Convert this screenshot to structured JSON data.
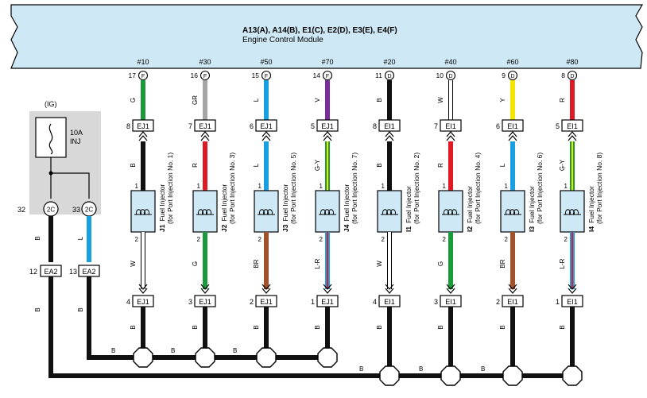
{
  "ecm": {
    "title": "A13(A), A14(B), E1(C), E2(D), E3(E), E4(F)",
    "subtitle": "Engine Control Module"
  },
  "fuse": {
    "ig_label": "(IG)",
    "rating": "10A",
    "name": "INJ"
  },
  "feed": {
    "left": {
      "pin": "32",
      "conn": "2C",
      "wire": "B",
      "ea_pin": "12",
      "ea_conn": "EA2",
      "color": "#111111"
    },
    "right": {
      "pin": "33",
      "conn": "2C",
      "wire": "L",
      "ea_pin": "13",
      "ea_conn": "EA2",
      "color": "#1aa0e0"
    }
  },
  "bus_label": "B",
  "injectors": [
    {
      "terminal": "#10",
      "ecm_pin": "17",
      "ecm_conn": "F",
      "sig_wire": "G",
      "sig_color": "#1a9a3a",
      "conn": "EJ1",
      "top_pin": "8",
      "up_wire": "B",
      "up_color": "#111111",
      "id": "J1",
      "name": "Fuel Injector",
      "desc": "(for Port Injection No. 1)",
      "pin1": "1",
      "pin2": "2",
      "low_wire": "W",
      "low_color": "#ffffff",
      "bot_pin": "4",
      "bus_wire": "B"
    },
    {
      "terminal": "#30",
      "ecm_pin": "16",
      "ecm_conn": "F",
      "sig_wire": "GR",
      "sig_color": "#a5a5a5",
      "conn": "EJ1",
      "top_pin": "7",
      "up_wire": "R",
      "up_color": "#e01a24",
      "id": "J2",
      "name": "Fuel Injector",
      "desc": "(for Port Injection No. 3)",
      "pin1": "1",
      "pin2": "2",
      "low_wire": "G",
      "low_color": "#1a9a3a",
      "bot_pin": "3",
      "bus_wire": "B"
    },
    {
      "terminal": "#50",
      "ecm_pin": "15",
      "ecm_conn": "F",
      "sig_wire": "L",
      "sig_color": "#1aa0e0",
      "conn": "EJ1",
      "top_pin": "6",
      "up_wire": "L",
      "up_color": "#1aa0e0",
      "id": "J3",
      "name": "Fuel Injector",
      "desc": "(for Port Injection No. 5)",
      "pin1": "1",
      "pin2": "2",
      "low_wire": "BR",
      "low_color": "#a0522d",
      "bot_pin": "2",
      "bus_wire": "B"
    },
    {
      "terminal": "#70",
      "ecm_pin": "14",
      "ecm_conn": "F",
      "sig_wire": "V",
      "sig_color": "#7b2d9c",
      "conn": "EJ1",
      "top_pin": "5",
      "up_wire": "G-Y",
      "up_color": "#1a9a3a",
      "up_stripe": "#f2e600",
      "id": "J4",
      "name": "Fuel Injector",
      "desc": "(for Port Injection No. 7)",
      "pin1": "1",
      "pin2": "2",
      "low_wire": "L-R",
      "low_color": "#1aa0e0",
      "low_stripe": "#e01a24",
      "bot_pin": "1",
      "bus_wire": "B"
    },
    {
      "terminal": "#20",
      "ecm_pin": "11",
      "ecm_conn": "D",
      "sig_wire": "B",
      "sig_color": "#111111",
      "conn": "EI1",
      "top_pin": "8",
      "up_wire": "B",
      "up_color": "#111111",
      "id": "I1",
      "name": "Fuel Injector",
      "desc": "(for Port Injection No. 2)",
      "pin1": "1",
      "pin2": "2",
      "low_wire": "W",
      "low_color": "#ffffff",
      "bot_pin": "4",
      "bus_wire": "B"
    },
    {
      "terminal": "#40",
      "ecm_pin": "10",
      "ecm_conn": "D",
      "sig_wire": "W",
      "sig_color": "#ffffff",
      "conn": "EI1",
      "top_pin": "7",
      "up_wire": "R",
      "up_color": "#e01a24",
      "id": "I2",
      "name": "Fuel Injector",
      "desc": "(for Port Injection No. 4)",
      "pin1": "1",
      "pin2": "2",
      "low_wire": "G",
      "low_color": "#1a9a3a",
      "bot_pin": "3",
      "bus_wire": "B"
    },
    {
      "terminal": "#60",
      "ecm_pin": "9",
      "ecm_conn": "D",
      "sig_wire": "Y",
      "sig_color": "#f2e600",
      "conn": "EI1",
      "top_pin": "6",
      "up_wire": "L",
      "up_color": "#1aa0e0",
      "id": "I3",
      "name": "Fuel Injector",
      "desc": "(for Port Injection No. 6)",
      "pin1": "1",
      "pin2": "2",
      "low_wire": "BR",
      "low_color": "#a0522d",
      "bot_pin": "2",
      "bus_wire": "B"
    },
    {
      "terminal": "#80",
      "ecm_pin": "8",
      "ecm_conn": "D",
      "sig_wire": "R",
      "sig_color": "#e01a24",
      "conn": "EI1",
      "top_pin": "5",
      "up_wire": "G-Y",
      "up_color": "#1a9a3a",
      "up_stripe": "#f2e600",
      "id": "I4",
      "name": "Fuel Injector",
      "desc": "(for Port Injection No. 8)",
      "pin1": "1",
      "pin2": "2",
      "low_wire": "L-R",
      "low_color": "#1aa0e0",
      "low_stripe": "#e01a24",
      "bot_pin": "1",
      "bus_wire": "B"
    }
  ]
}
